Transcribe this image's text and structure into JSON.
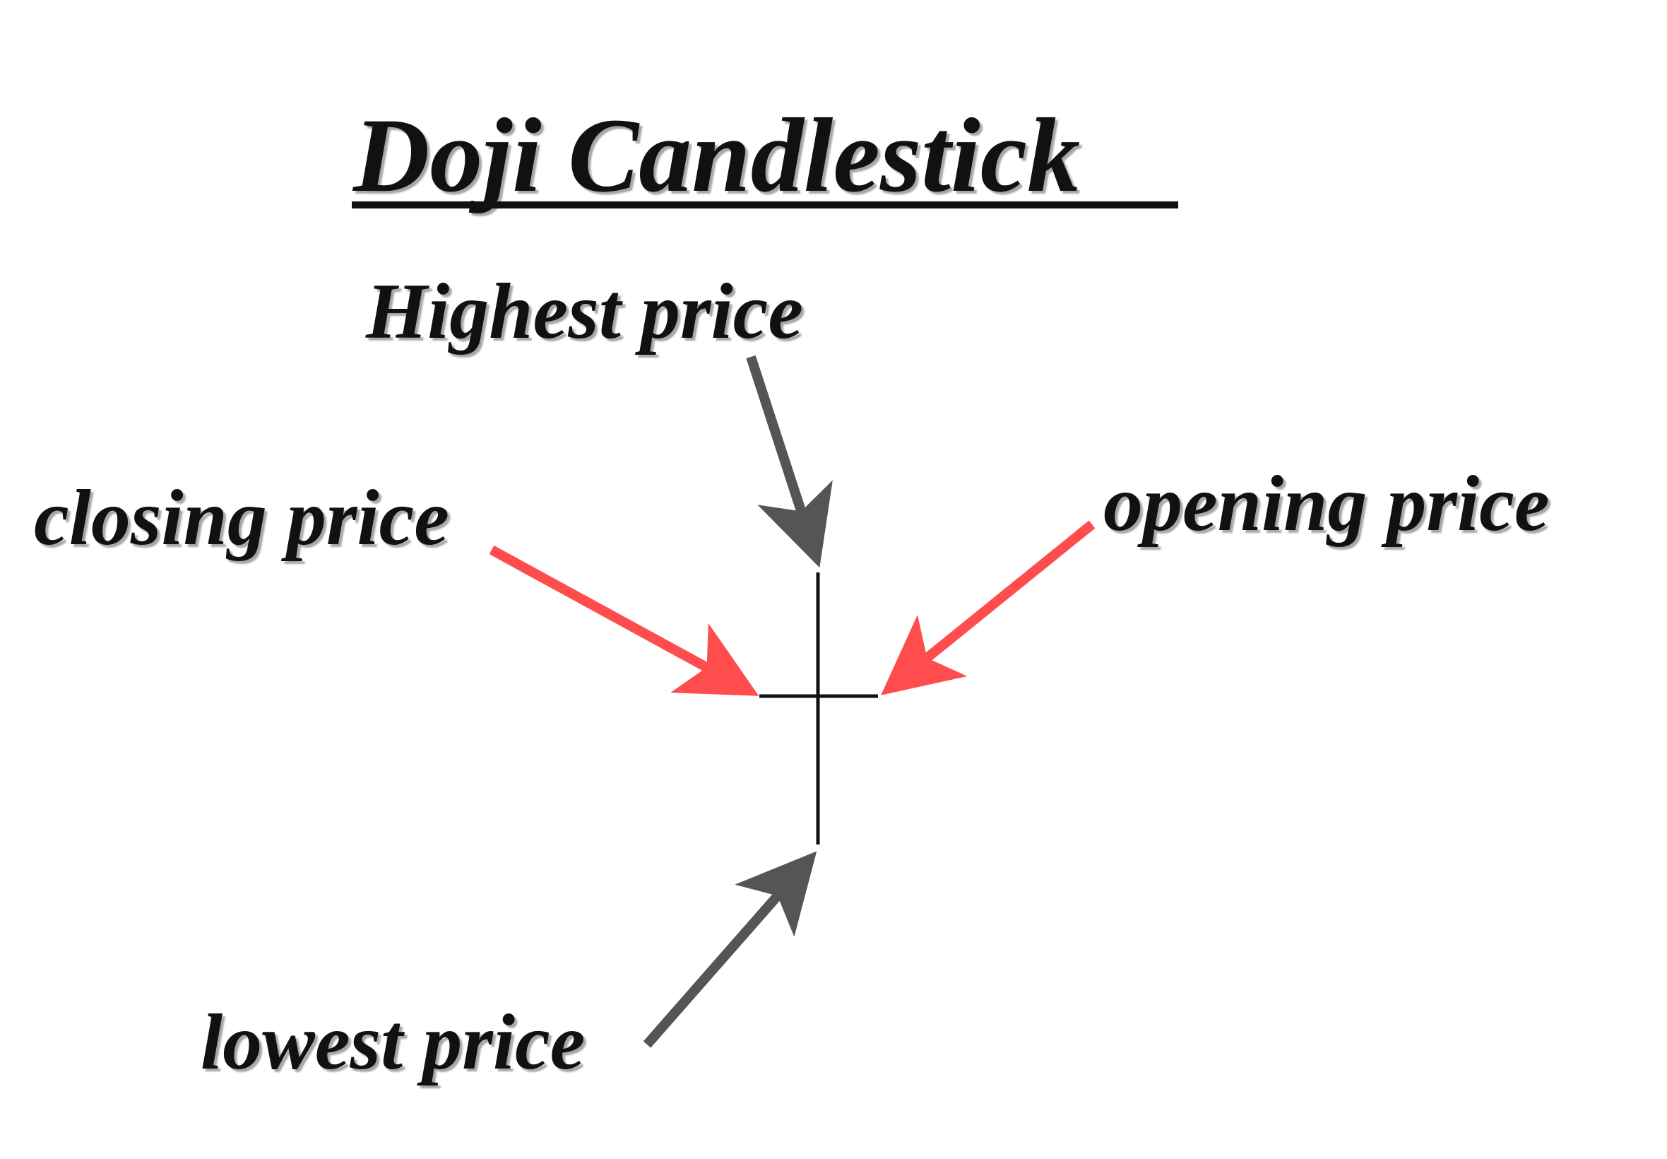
{
  "diagram": {
    "title": "Doji Candlestick",
    "labels": {
      "highest": "Highest price",
      "closing": "closing price",
      "opening": "opening price",
      "lowest": "lowest price"
    }
  },
  "colors": {
    "text": "#111111",
    "candle_line": "#111111",
    "arrow_gray": "#555555",
    "arrow_red": "#ff4d4d"
  }
}
